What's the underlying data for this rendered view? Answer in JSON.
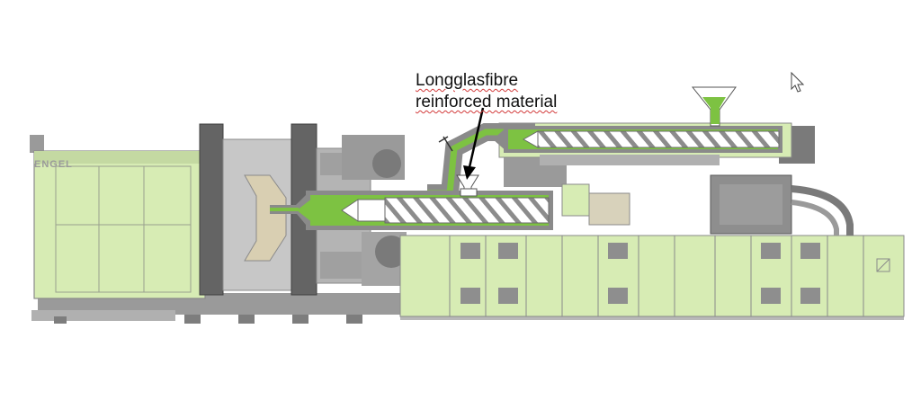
{
  "annotation": {
    "line1": "Longglasfibre",
    "line2": "reinforced material"
  },
  "brand": {
    "logo_text": "ENGEL"
  },
  "colors": {
    "machine_green": "#d7ecb4",
    "melt_green": "#7dc242",
    "frame_grey": "#8a8a8a",
    "panel_dark": "#8e8e8e",
    "mold_dark": "#646464",
    "mold_light": "#b4b4b4",
    "outline": "#5a5a5a"
  },
  "icons": {
    "cursor": "mouse-pointer-icon",
    "hopper_main": "hopper-icon",
    "hopper_fibre": "fibre-feeder-icon"
  }
}
